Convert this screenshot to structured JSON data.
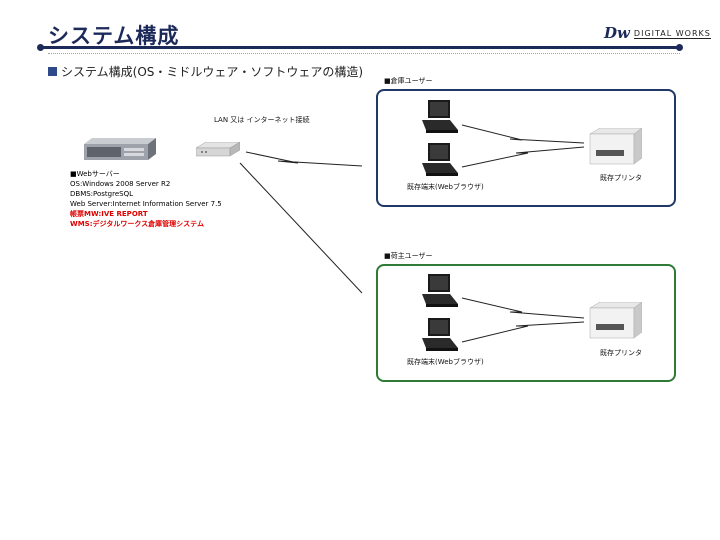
{
  "page": {
    "title": "システム構成",
    "logo_mark": "Dw",
    "logo_text": "DIGITAL WORKS",
    "section_heading": "システム構成(OS・ミドルウェア・ソフトウェアの構造)"
  },
  "network": {
    "link_label": "LAN 又は インターネット接続"
  },
  "server": {
    "heading": "■Webサーバー",
    "lines": [
      "OS:Windows 2008 Server R2",
      "DBMS:PostgreSQL",
      "Web Server:Internet Information Server 7.5"
    ],
    "highlight_lines": [
      "帳票MW:IVE REPORT",
      "WMS:デジタルワークス倉庫管理システム"
    ]
  },
  "groups": [
    {
      "label": "■倉庫ユーザー",
      "terminal_label": "既存端末(Webブラウザ)",
      "printer_label": "既存プリンタ",
      "border_color": "#1f3866"
    },
    {
      "label": "■荷主ユーザー",
      "terminal_label": "既存端末(Webブラウザ)",
      "printer_label": "既存プリンタ",
      "border_color": "#2f7a34"
    }
  ],
  "colors": {
    "title": "#1c2a5a",
    "highlight_text": "#e00000"
  },
  "icons": [
    "server-icon",
    "router-icon",
    "laptop-icon",
    "printer-icon"
  ]
}
